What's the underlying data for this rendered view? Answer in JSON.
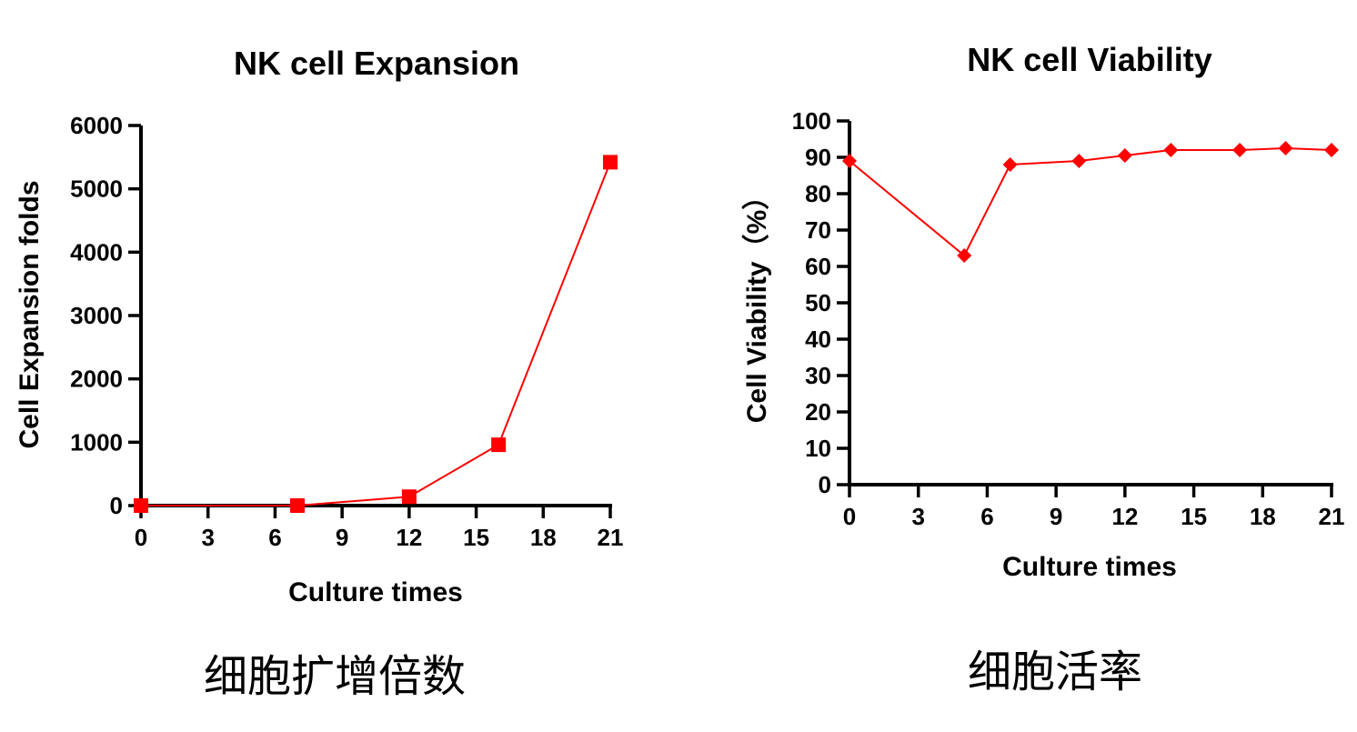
{
  "colors": {
    "series": "#ff0000",
    "axis": "#000000"
  },
  "chart_data": [
    {
      "type": "line",
      "title": "NK cell Expansion",
      "xlabel": "Culture times",
      "ylabel": "Cell Expansion folds",
      "caption": "细胞扩增倍数",
      "xlim": [
        0,
        21
      ],
      "ylim": [
        0,
        6000
      ],
      "xticks": [
        "0",
        "3",
        "6",
        "9",
        "12",
        "15",
        "18",
        "21"
      ],
      "yticks": [
        "0",
        "1000",
        "2000",
        "3000",
        "4000",
        "5000",
        "6000"
      ],
      "marker": "square",
      "grid": false,
      "series": [
        {
          "x": [
            0,
            7,
            12,
            16,
            21
          ],
          "y": [
            0,
            0,
            140,
            960,
            5420
          ]
        }
      ]
    },
    {
      "type": "line",
      "title": "NK cell Viability",
      "xlabel": "Culture times",
      "ylabel": "Cell Viability（%）",
      "caption": "细胞活率",
      "xlim": [
        0,
        21
      ],
      "ylim": [
        0,
        100
      ],
      "xticks": [
        "0",
        "3",
        "6",
        "9",
        "12",
        "15",
        "18",
        "21"
      ],
      "yticks": [
        "0",
        "10",
        "20",
        "30",
        "40",
        "50",
        "60",
        "70",
        "80",
        "90",
        "100"
      ],
      "marker": "diamond",
      "grid": false,
      "series": [
        {
          "x": [
            0,
            5,
            7,
            10,
            12,
            14,
            17,
            19,
            21
          ],
          "y": [
            89,
            63,
            88,
            89,
            90.5,
            92,
            92,
            92.5,
            92
          ]
        }
      ]
    }
  ]
}
